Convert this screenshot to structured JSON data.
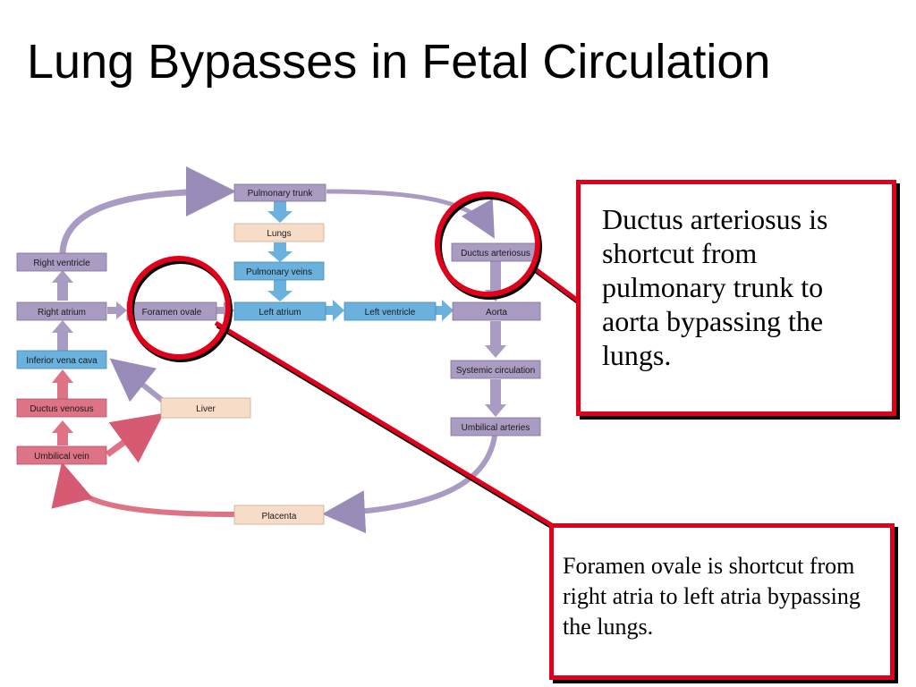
{
  "title": "Lung Bypasses in Fetal Circulation",
  "colors": {
    "purple": "#a99bc2",
    "blue": "#6ab1de",
    "pink": "#dd7385",
    "tan": "#f7dcc8",
    "highlight_red": "#e0001b"
  },
  "diagram": {
    "nodes": {
      "pulmonary_trunk": "Pulmonary trunk",
      "lungs": "Lungs",
      "pulmonary_veins": "Pulmonary veins",
      "right_ventricle": "Right ventricle",
      "right_atrium": "Right atrium",
      "foramen_ovale": "Foramen ovale",
      "left_atrium": "Left atrium",
      "left_ventricle": "Left ventricle",
      "aorta": "Aorta",
      "ductus_arteriosus": "Ductus arteriosus",
      "systemic_circulation": "Systemic circulation",
      "umbilical_arteries": "Umbilical arteries",
      "inferior_vena_cava": "Inferior vena cava",
      "ductus_venosus": "Ductus venosus",
      "liver": "Liver",
      "umbilical_vein": "Umbilical vein",
      "placenta": "Placenta"
    }
  },
  "callouts": {
    "ductus": "Ductus arteriosus is shortcut from pulmonary trunk to aorta bypassing the lungs.",
    "foramen": "Foramen ovale is shortcut from right atria to left atria bypassing the lungs."
  }
}
